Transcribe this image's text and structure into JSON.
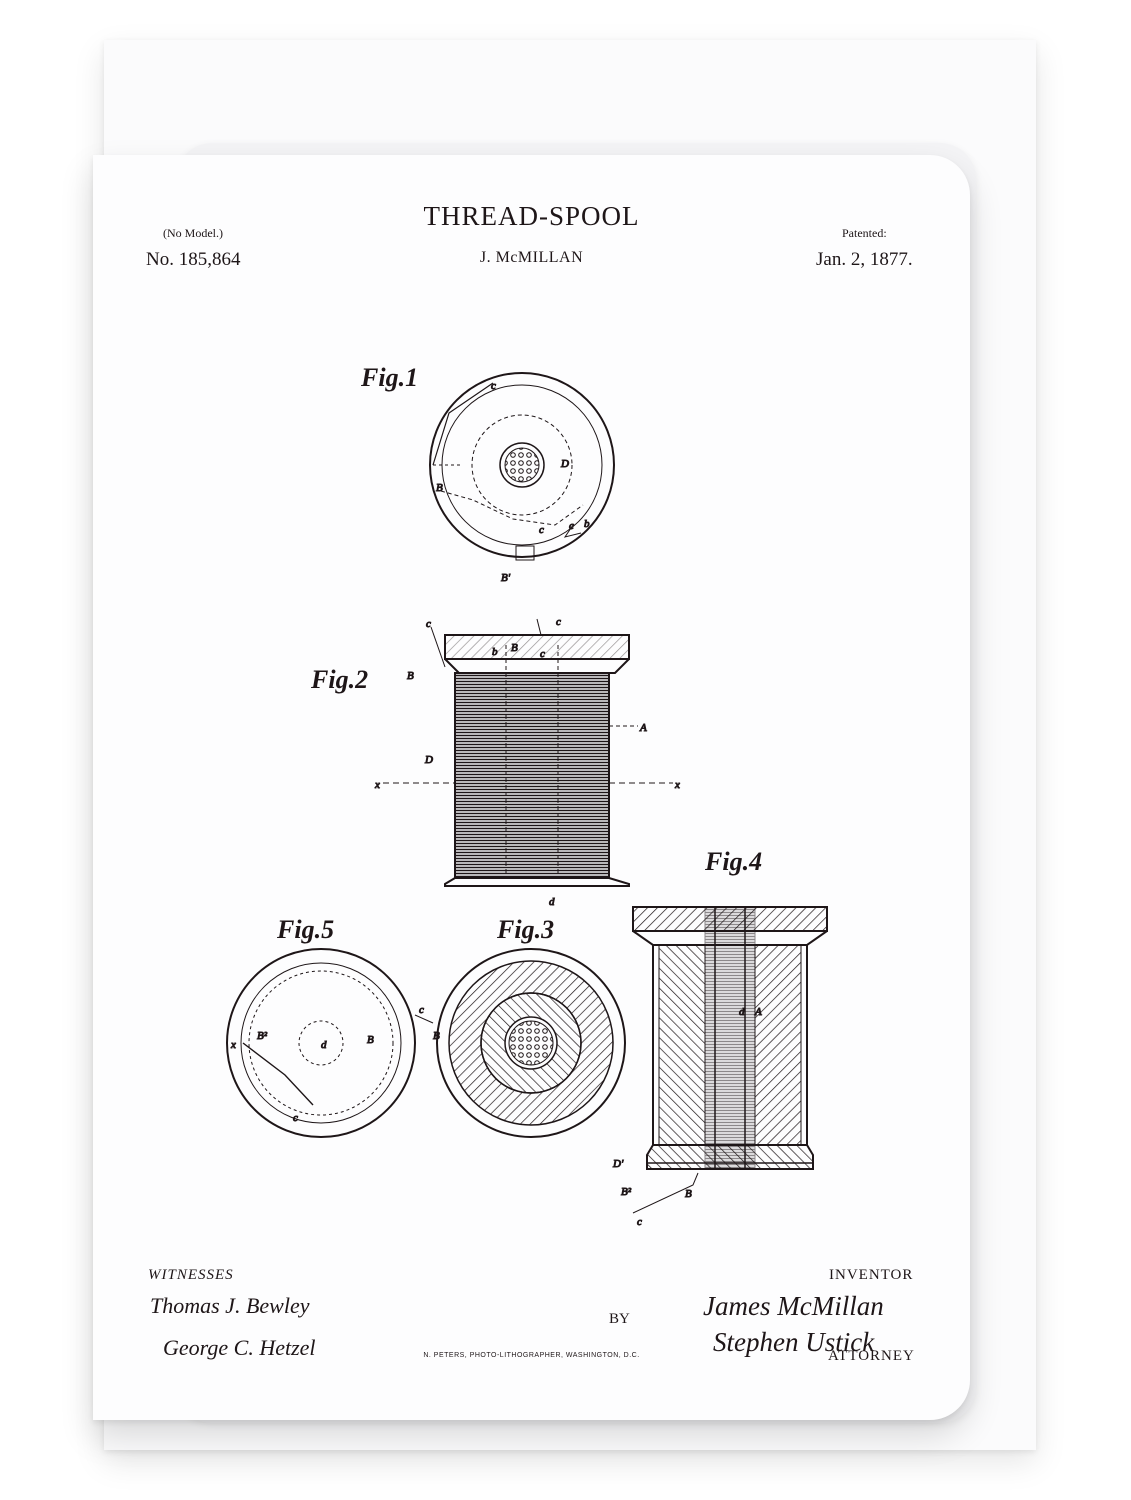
{
  "header": {
    "title": "THREAD-SPOOL",
    "model_note": "(No Model.)",
    "patent_number": "No. 185,864",
    "inventor_name": "J. McMILLAN",
    "patented_label": "Patented:",
    "patent_date": "Jan. 2, 1877."
  },
  "figures": {
    "fig1": "Fig.1",
    "fig2": "Fig.2",
    "fig3": "Fig.3",
    "fig4": "Fig.4",
    "fig5": "Fig.5"
  },
  "footer": {
    "witnesses_label": "WITNESSES",
    "witness_1": "Thomas J. Bewley",
    "witness_2": "George C. Hetzel",
    "by_label": "BY",
    "inventor_label": "INVENTOR",
    "inventor_signature": "James McMillan",
    "attorney_signature": "Stephen Ustick",
    "attorney_label": "ATTORNEY",
    "printer_line": "N. PETERS, PHOTO-LITHOGRAPHER, WASHINGTON, D.C."
  },
  "drawing_labels": {
    "b": "b",
    "c": "c",
    "B": "B",
    "B_prime": "B'",
    "B2": "B²",
    "D": "D",
    "D_prime": "D'",
    "d": "d",
    "A": "A",
    "x": "x"
  },
  "colors": {
    "ink": "#1e1618",
    "card": "#fdfdfe",
    "envelope": "#fbfbfc"
  }
}
